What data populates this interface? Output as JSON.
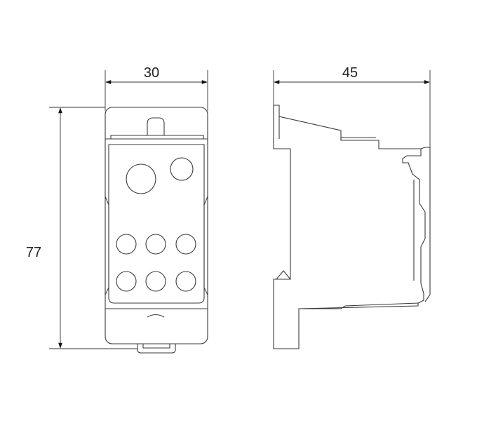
{
  "dimensions": {
    "width_front": "30",
    "depth_side": "45",
    "height": "77"
  },
  "colors": {
    "line": "#3a3a3a",
    "background": "#ffffff"
  }
}
